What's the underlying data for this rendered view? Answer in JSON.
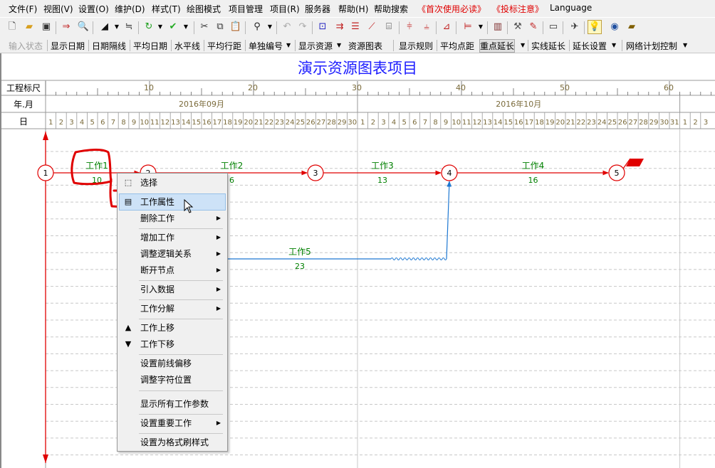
{
  "menubar": {
    "items": [
      "文件(F)",
      "视图(V)",
      "设置(O)",
      "维护(D)",
      "样式(T)",
      "绘图模式",
      "项目管理",
      "项目(R)",
      "服务器",
      "帮助(H)",
      "帮助搜索",
      "《首次使用必读》",
      "《投标注意》",
      "Language"
    ]
  },
  "toolbar1": {
    "icons": [
      "new-file-icon",
      "open-folder-icon",
      "save-icon",
      "export-icon",
      "print-preview-icon",
      "fill-icon",
      "indent-icon",
      "refresh-icon",
      "check-icon",
      "cut-icon",
      "copy-icon",
      "paste-icon",
      "find-icon",
      "undo-icon",
      "redo-icon",
      "network-icon",
      "link-icon",
      "table-icon",
      "curve-icon",
      "resource-icon",
      "split-icon",
      "merge-icon",
      "chart-icon",
      "gantt-icon",
      "books-icon",
      "tools-icon",
      "edit-icon",
      "screen-icon",
      "plane-icon",
      "bulb-icon",
      "globe-icon",
      "folder-icon"
    ]
  },
  "toolbar2": {
    "buttons": [
      "输入状态",
      "显示日期",
      "日期隔线",
      "平均日期",
      "水平线",
      "平均行距",
      "单独编号",
      "显示资源",
      "资源图表",
      "显示规则",
      "平均点距",
      "重点延长",
      "实线延长",
      "延长设置",
      "网络计划控制"
    ]
  },
  "chart": {
    "title": "演示资源图表项目",
    "row_labels": {
      "scale": "工程标尺",
      "month": "年.月",
      "day": "日"
    },
    "scale_ticks": [
      "10",
      "20",
      "30",
      "40",
      "50",
      "60"
    ],
    "months": [
      "2016年09月",
      "2016年10月"
    ],
    "days_sep": [
      "1",
      "2",
      "3",
      "4",
      "5",
      "6",
      "7",
      "8",
      "9",
      "10",
      "11",
      "12",
      "13",
      "14",
      "15",
      "16",
      "17",
      "18",
      "19",
      "20",
      "21",
      "22",
      "23",
      "24",
      "25",
      "26",
      "27",
      "28",
      "29",
      "30"
    ],
    "days_oct": [
      "1",
      "2",
      "3",
      "4",
      "5",
      "6",
      "7",
      "8",
      "9",
      "10",
      "11",
      "12",
      "13",
      "14",
      "15",
      "16",
      "17",
      "18",
      "19",
      "20",
      "21",
      "22",
      "23",
      "24",
      "25",
      "26",
      "27",
      "28",
      "29",
      "30",
      "31"
    ],
    "days_nov": [
      "1",
      "2",
      "3"
    ],
    "nodes": [
      "1",
      "2",
      "3",
      "4",
      "5"
    ],
    "works": [
      {
        "name": "工作1",
        "duration": "10"
      },
      {
        "name": "工作2",
        "duration": "6"
      },
      {
        "name": "工作3",
        "duration": "13"
      },
      {
        "name": "工作4",
        "duration": "16"
      },
      {
        "name": "工作5",
        "duration": "23"
      }
    ],
    "colors": {
      "title": "#1c1cff",
      "work_text": "#008000",
      "critical": "#e00000",
      "normal": "#1e78d2",
      "grid": "#c8c8c8"
    }
  },
  "context_menu": {
    "items": [
      {
        "label": "选择",
        "icon": "select-icon",
        "submenu": false
      },
      {
        "label": "工作属性",
        "icon": "properties-icon",
        "submenu": false,
        "highlighted": true
      },
      {
        "label": "删除工作",
        "submenu": true
      },
      {
        "label": "增加工作",
        "submenu": true
      },
      {
        "label": "调整逻辑关系",
        "submenu": true
      },
      {
        "label": "断开节点",
        "submenu": true
      },
      {
        "label": "引入数据",
        "submenu": true
      },
      {
        "label": "工作分解",
        "submenu": true
      },
      {
        "label": "工作上移",
        "icon": "move-up-icon",
        "submenu": false
      },
      {
        "label": "工作下移",
        "icon": "move-down-icon",
        "submenu": false
      },
      {
        "label": "设置前线偏移",
        "submenu": false
      },
      {
        "label": "调整字符位置",
        "submenu": false
      },
      {
        "label": "显示所有工作参数",
        "submenu": false
      },
      {
        "label": "设置重要工作",
        "submenu": true
      },
      {
        "label": "设置为格式刷样式",
        "submenu": false
      }
    ]
  }
}
